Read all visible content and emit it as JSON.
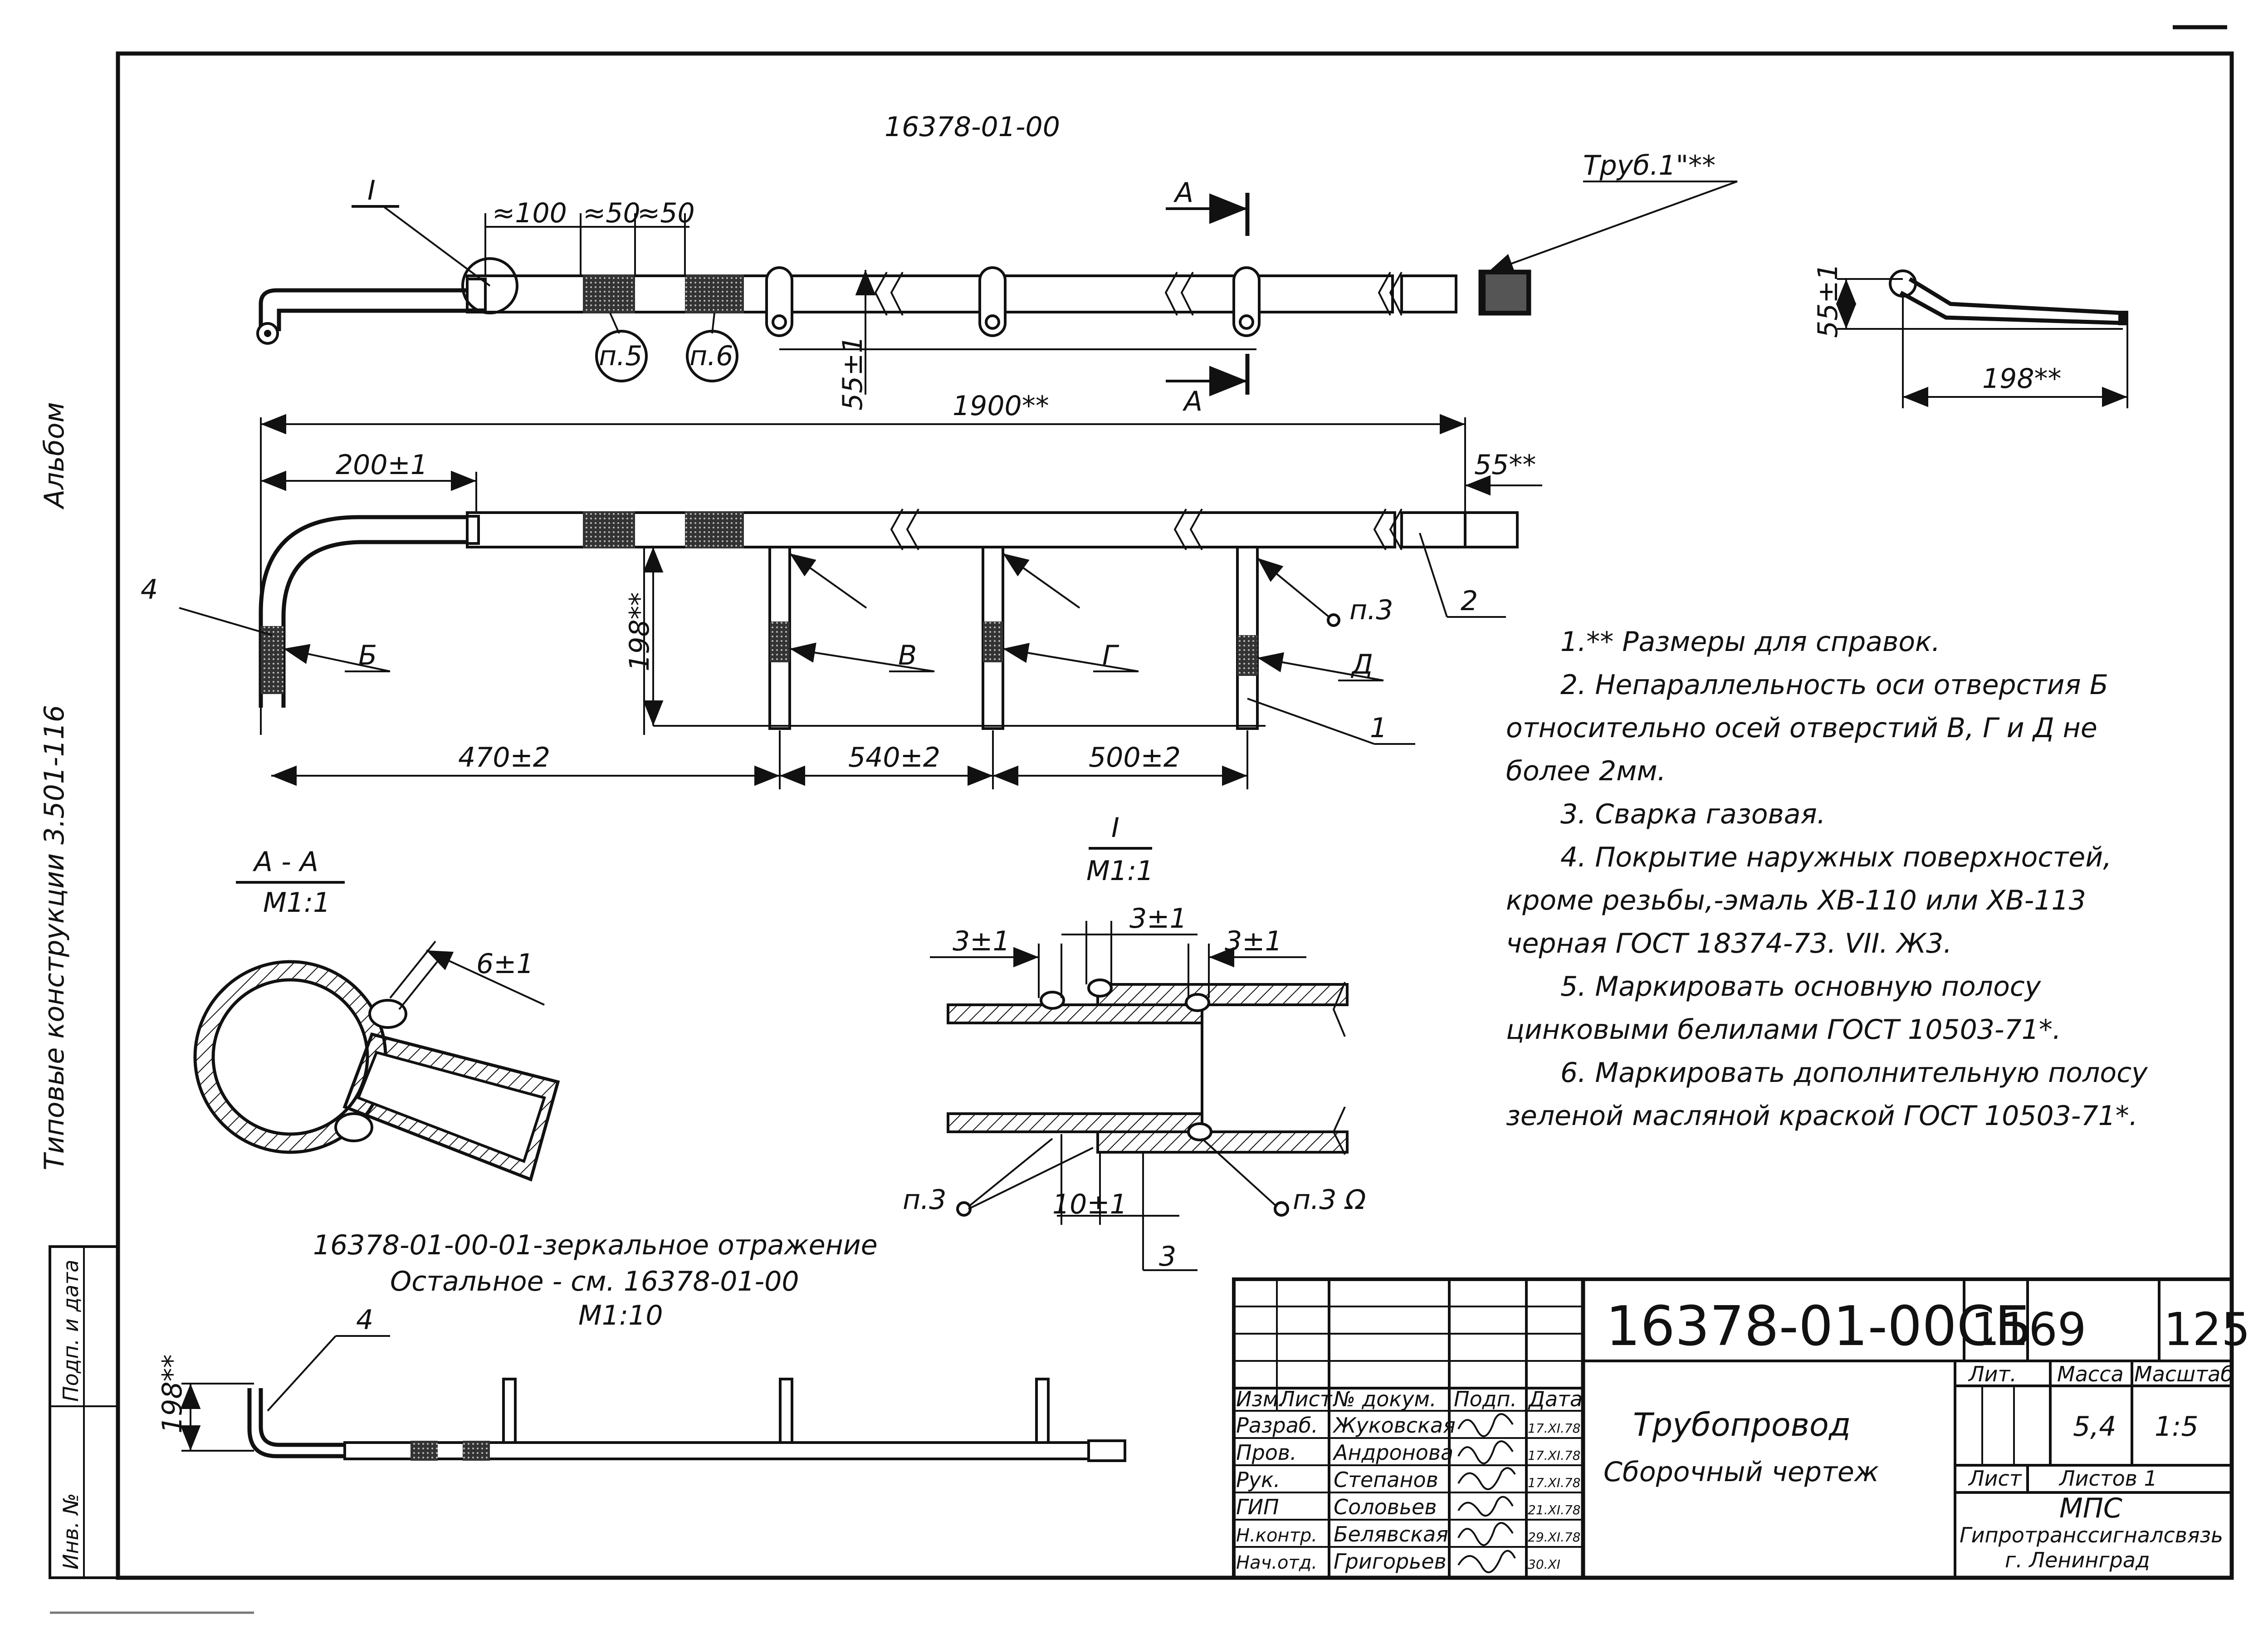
{
  "drawing": {
    "top_code": "16378-01-00",
    "pipe_label": "Труб.1\"**",
    "section_mark": "А",
    "detail_mark": "I",
    "leaders": {
      "p5": "п.5",
      "p6": "п.6",
      "p3": "п.3",
      "p3o": "п.3 Ω"
    },
    "hole_labels": [
      "Б",
      "В",
      "Г",
      "Д"
    ],
    "part_numbers": [
      "1",
      "2",
      "3",
      "4",
      "4"
    ],
    "dims": {
      "d100": "≈100",
      "d50a": "≈50",
      "d50b": "≈50",
      "d55": "55±1",
      "d55side": "55±1",
      "d198side": "198**",
      "d1900": "1900**",
      "d200": "200±1",
      "d55ref": "55**",
      "d198": "198**",
      "d470": "470±2",
      "d540": "540±2",
      "d500": "500±2",
      "d6": "6±1",
      "d3a": "3±1",
      "d3b": "3±1",
      "d3c": "3±1",
      "d10": "10±1",
      "d198mirror": "198**"
    },
    "section_title": "А - А",
    "section_scale": "М1:1",
    "detail_title": "I",
    "detail_scale": "М1:1",
    "mirror_note": "16378-01-00-01-зеркальное отражение",
    "rest_note": "Остальное - см. 16378-01-00",
    "small_scale": "М1:10",
    "album": "Альбом",
    "series": "Типовые конструкции 3.501-116",
    "margin_labels": [
      "Подп. и дата",
      "Инв. №"
    ]
  },
  "notes": [
    "1.** Размеры для справок.",
    "2. Непараллельность оси отверстия Б",
    "относительно осей отверстий В, Г и Д не",
    "более 2мм.",
    "3. Сварка газовая.",
    "4. Покрытие наружных поверхностей,",
    "кроме резьбы,-эмаль ХВ-110 или ХВ-113",
    "черная ГОСТ 18374-73. VII. Ж3.",
    "5. Маркировать основную полосу",
    "цинковыми белилами ГОСТ 10503-71*.",
    "6. Маркировать дополнительную полосу",
    "зеленой масляной краской ГОСТ 10503-71*."
  ],
  "title_block": {
    "doc_number": "16378-01-00СБ",
    "code1": "1169",
    "code2": "125",
    "name": "Трубопровод",
    "doc_type": "Сборочный чертеж",
    "col_headers": [
      "Изм.",
      "Лист",
      "№ докум.",
      "Подп.",
      "Дата"
    ],
    "roles": [
      {
        "role": "Разраб.",
        "name": "Жуковская",
        "date": "17.XI.78"
      },
      {
        "role": "Пров.",
        "name": "Андронова",
        "date": "17.XI.78"
      },
      {
        "role": "Рук.",
        "name": "Степанов",
        "date": "17.XI.78"
      },
      {
        "role": "ГИП",
        "name": "Соловьев",
        "date": "21.XI.78"
      },
      {
        "role": "Н.контр.",
        "name": "Белявская",
        "date": "29.XI.78"
      },
      {
        "role": "Нач.отд.",
        "name": "Григорьев",
        "date": "30.XI"
      }
    ],
    "lit_label": "Лит.",
    "mass_label": "Масса",
    "scale_label": "Масштаб",
    "mass": "5,4",
    "scale": "1:5",
    "sheet_label": "Лист",
    "sheets_label": "Листов 1",
    "org1": "МПС",
    "org2": "Гипротранссигналсвязь",
    "city": "г. Ленинград"
  }
}
